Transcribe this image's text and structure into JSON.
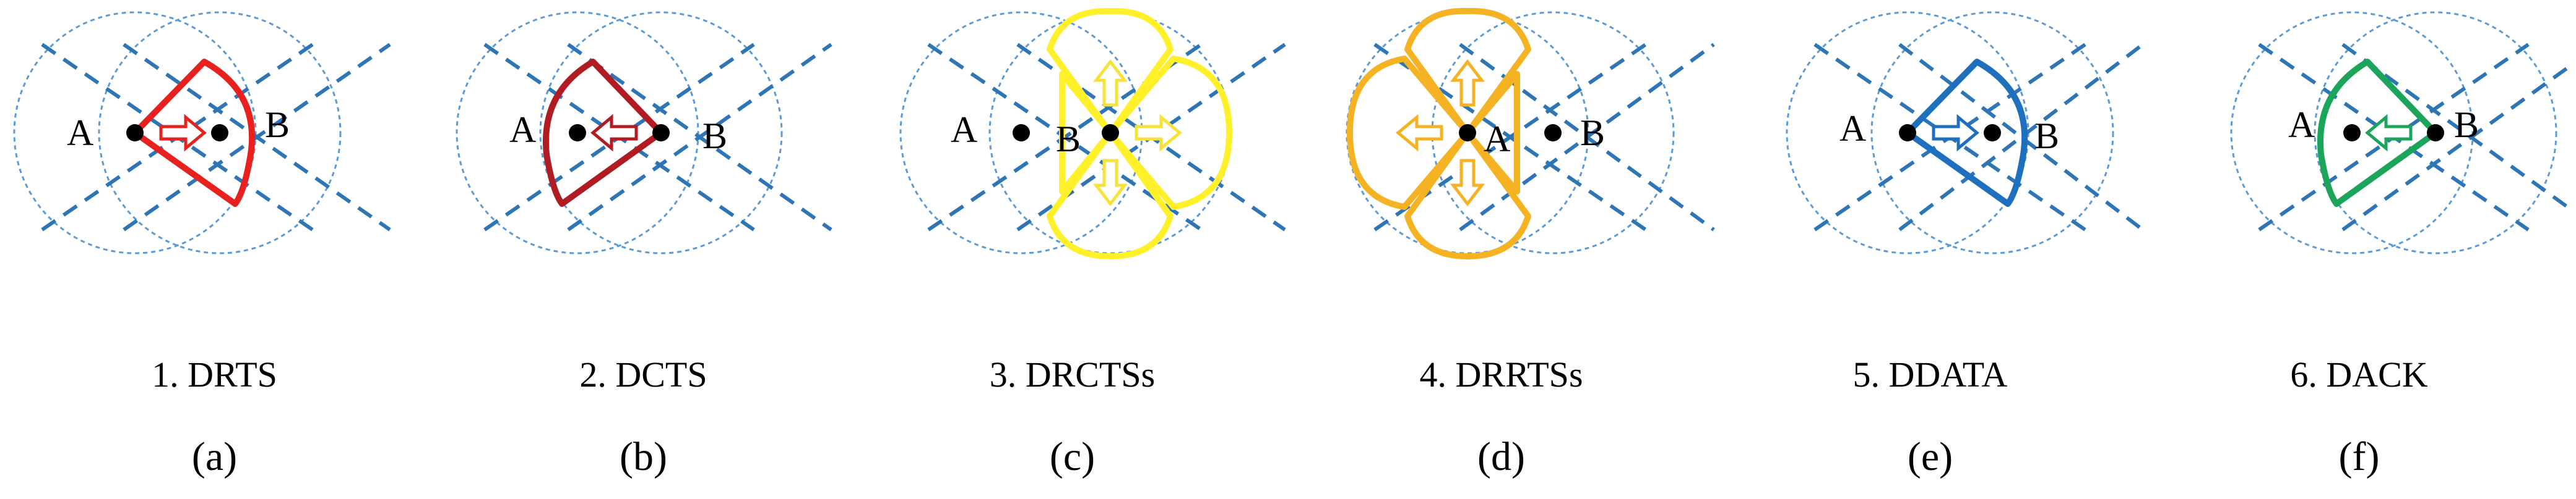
{
  "panels": [
    {
      "caption": "1. DRTS",
      "sub": "(a)",
      "labels": [
        "A",
        "B"
      ],
      "beam_color": "#e8201e",
      "arrow_color": "#e8201e"
    },
    {
      "caption": "2. DCTS",
      "sub": "(b)",
      "labels": [
        "A",
        "B"
      ],
      "beam_color": "#b01c22",
      "arrow_color": "#b01c22"
    },
    {
      "caption": "3. DRCTSs",
      "sub": "(c)",
      "labels": [
        "A",
        "B"
      ],
      "beam_color": "#fff02a",
      "arrow_color": "#f7e23a"
    },
    {
      "caption": "4. DRRTSs",
      "sub": "(d)",
      "labels": [
        "A",
        "B"
      ],
      "beam_color": "#f5b324",
      "arrow_color": "#f5b324"
    },
    {
      "caption": "5. DDATA",
      "sub": "(e)",
      "labels": [
        "A",
        "B"
      ],
      "beam_color": "#1f6fbf",
      "arrow_color": "#1f6fbf"
    },
    {
      "caption": "6. DACK",
      "sub": "(f)",
      "labels": [
        "A",
        "B"
      ],
      "beam_color": "#1aa55a",
      "arrow_color": "#1aa55a"
    }
  ]
}
